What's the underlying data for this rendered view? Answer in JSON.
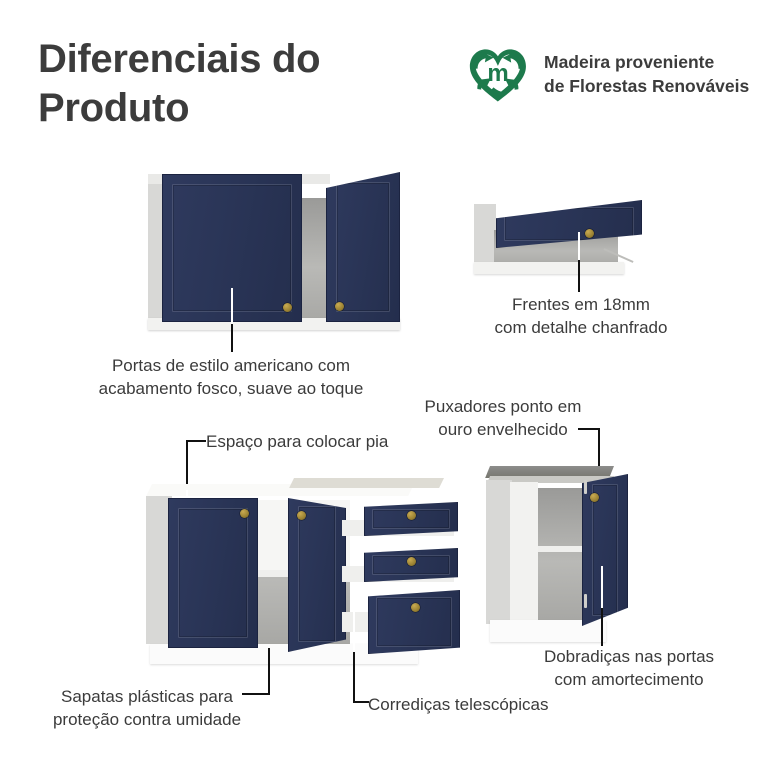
{
  "header": {
    "title": "Diferenciais do\nProduto",
    "badge": {
      "logo_icon": "recycling-heart-m-logo",
      "text": "Madeira proveniente\nde Florestas Renováveis",
      "color": "#1d7a4c"
    }
  },
  "colors": {
    "navy": "#2a3557",
    "gold": "#9b8232",
    "text": "#3b3b3b",
    "title": "#3c3c3c",
    "background": "#ffffff",
    "carcass": "#f2f2f0",
    "leader_line": "#111111"
  },
  "features": [
    {
      "id": "portas-americano",
      "caption": "Portas de estilo americano com\nacabamento fosco, suave ao toque",
      "figure": "wall-cabinet-two-doors"
    },
    {
      "id": "frentes-18mm",
      "caption": "Frentes em 18mm\ncom detalhe chanfrado",
      "figure": "flip-up-wall-cabinet"
    },
    {
      "id": "espaco-pia",
      "caption": "Espaço para colocar pia",
      "figure": "base-cabinet-sink-area"
    },
    {
      "id": "puxadores",
      "caption": "Puxadores ponto em\nouro envelhecido",
      "figure": "knob-detail"
    },
    {
      "id": "sapatas",
      "caption": "Sapatas plásticas para\nproteção contra umidade",
      "figure": "plinth-feet"
    },
    {
      "id": "corredicas",
      "caption": "Corrediças telescópicas",
      "figure": "drawer-slides"
    },
    {
      "id": "dobradicas",
      "caption": "Dobradiças nas portas\ncom amortecimento",
      "figure": "base-cabinet-open-door"
    }
  ]
}
